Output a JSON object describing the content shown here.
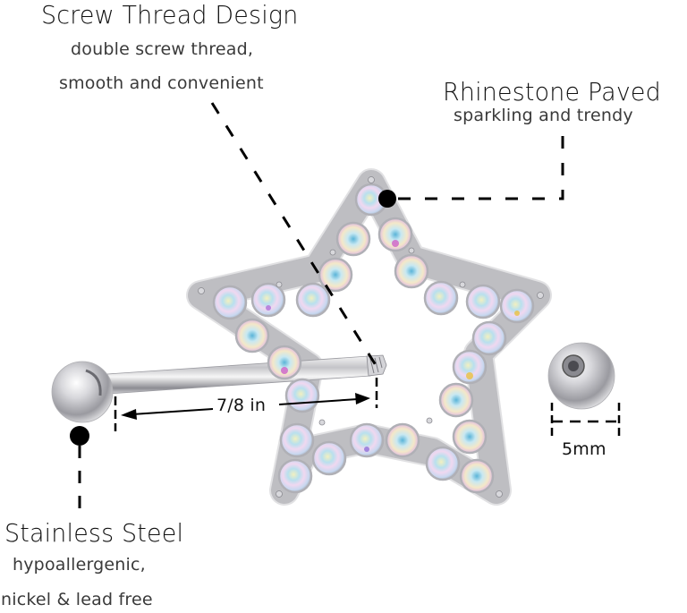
{
  "callouts": {
    "screw_thread": {
      "title": "Screw Thread Design",
      "lines": [
        "double screw thread,",
        "smooth and convenient"
      ]
    },
    "rhinestone": {
      "title": "Rhinestone Paved",
      "lines": [
        "sparkling and trendy"
      ]
    },
    "stainless": {
      "title": "Stainless Steel",
      "lines": [
        "hypoallergenic,",
        "nickel & lead free"
      ]
    }
  },
  "dimensions": {
    "bar_length": "7/8 in",
    "ball_size": "5mm"
  },
  "colors": {
    "line": "#000000",
    "steel": "#c8c8cc",
    "gem_blue": "#5ab4d8",
    "gem_pink": "#d070c8",
    "gem_yellow": "#f2e48a"
  }
}
